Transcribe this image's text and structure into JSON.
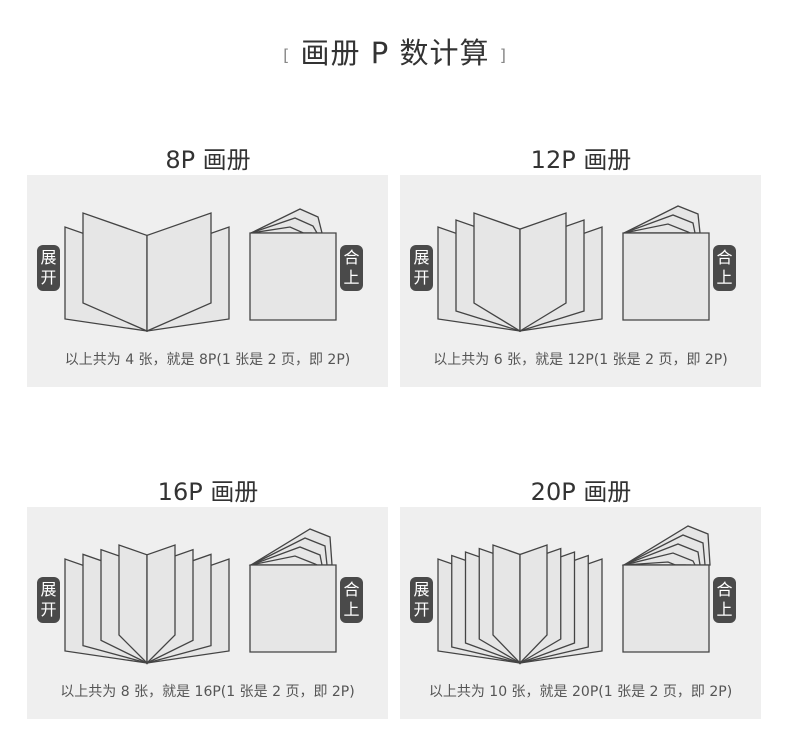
{
  "title": {
    "open_bracket": "[",
    "text": "画册 P 数计算",
    "close_bracket": "]"
  },
  "badges": {
    "open": "展开",
    "close": "合上"
  },
  "panels": [
    {
      "heading": "8P 画册",
      "sheets": 4,
      "caption": "以上共为 4 张，就是 8P(1 张是 2 页，即 2P)"
    },
    {
      "heading": "12P 画册",
      "sheets": 6,
      "caption": "以上共为 6 张，就是 12P(1 张是 2 页，即 2P)"
    },
    {
      "heading": "16P 画册",
      "sheets": 8,
      "caption": "以上共为 8 张，就是 16P(1 张是 2 页，即 2P)"
    },
    {
      "heading": "20P 画册",
      "sheets": 10,
      "caption": "以上共为 10 张，就是 20P(1 张是 2 页，即 2P)"
    }
  ],
  "colors": {
    "panel_bg": "#efefef",
    "page_fill": "#e6e6e6",
    "stroke": "#444444",
    "badge": "#4a4a4a"
  }
}
